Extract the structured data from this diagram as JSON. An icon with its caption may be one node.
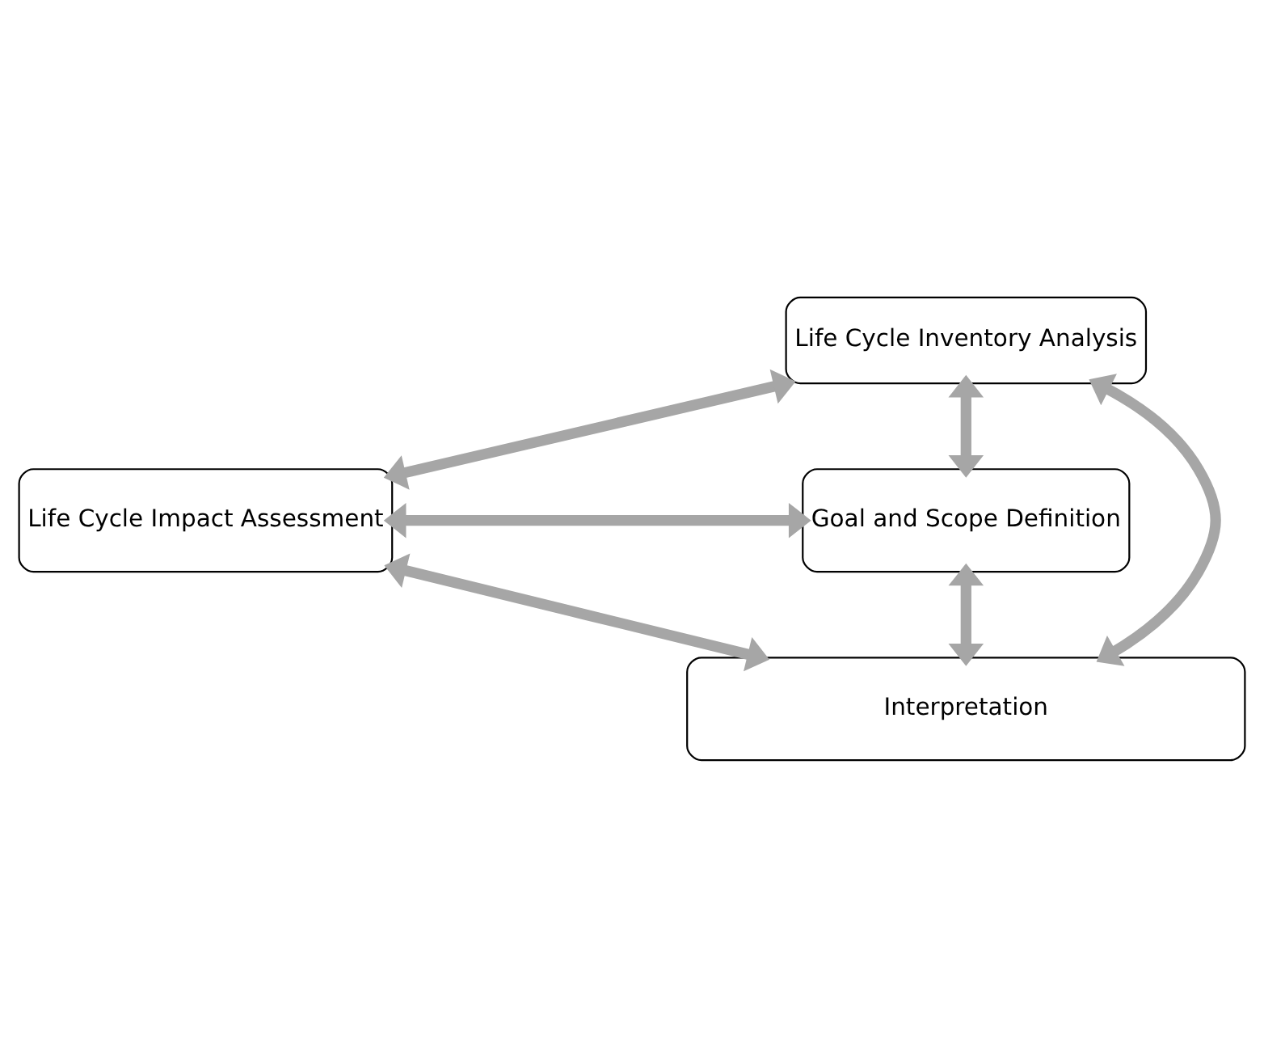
{
  "diagram": {
    "nodes": [
      {
        "text": [
          "Life Cycle Inventory Analysis"
        ]
      },
      {
        "text": [
          "Life Cycle Impact Assessment"
        ]
      },
      {
        "text": [
          "Goal and Scope Definition"
        ]
      },
      {
        "text": [
          "Interpretation"
        ]
      }
    ],
    "edges": [
      {
        "from": 0,
        "to": 1,
        "arrow": "both"
      },
      {
        "from": 0,
        "to": 2,
        "arrow": "both"
      },
      {
        "from": 0,
        "to": 3,
        "arrow": "both"
      },
      {
        "from": 1,
        "to": 2,
        "arrow": "both"
      },
      {
        "from": 1,
        "to": 3,
        "arrow": "both"
      },
      {
        "from": 2,
        "to": 3,
        "arrow": "both"
      }
    ]
  }
}
